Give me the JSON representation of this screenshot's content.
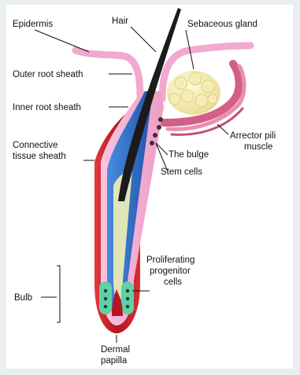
{
  "labels": {
    "epidermis": "Epidermis",
    "hair": "Hair",
    "sebaceous_gland": "Sebaceous gland",
    "outer_root_sheath": "Outer root sheath",
    "inner_root_sheath": "Inner root sheath",
    "connective_tissue_sheath_1": "Connective",
    "connective_tissue_sheath_2": "tissue sheath",
    "arrector_pili_1": "Arrector pili",
    "arrector_pili_2": "muscle",
    "the_bulge": "The bulge",
    "stem_cells": "Stem cells",
    "proliferating_1": "Proliferating",
    "proliferating_2": "progenitor",
    "proliferating_3": "cells",
    "bulb": "Bulb",
    "dermal_papilla_1": "Dermal",
    "dermal_papilla_2": "papilla"
  },
  "colors": {
    "connective_sheath": "#c8202a",
    "outer_root_sheath": "#f2a9cf",
    "inner_root_sheath": "#2f6fc4",
    "hair_shaft": "#1b1b1b",
    "follicle_core": "#dfe5b8",
    "sebaceous_gland": "#f3ebb0",
    "arrector_pili": "#d35f86",
    "progenitor_cells": "#5fd1a8",
    "epidermis": "#f2a9cf"
  }
}
